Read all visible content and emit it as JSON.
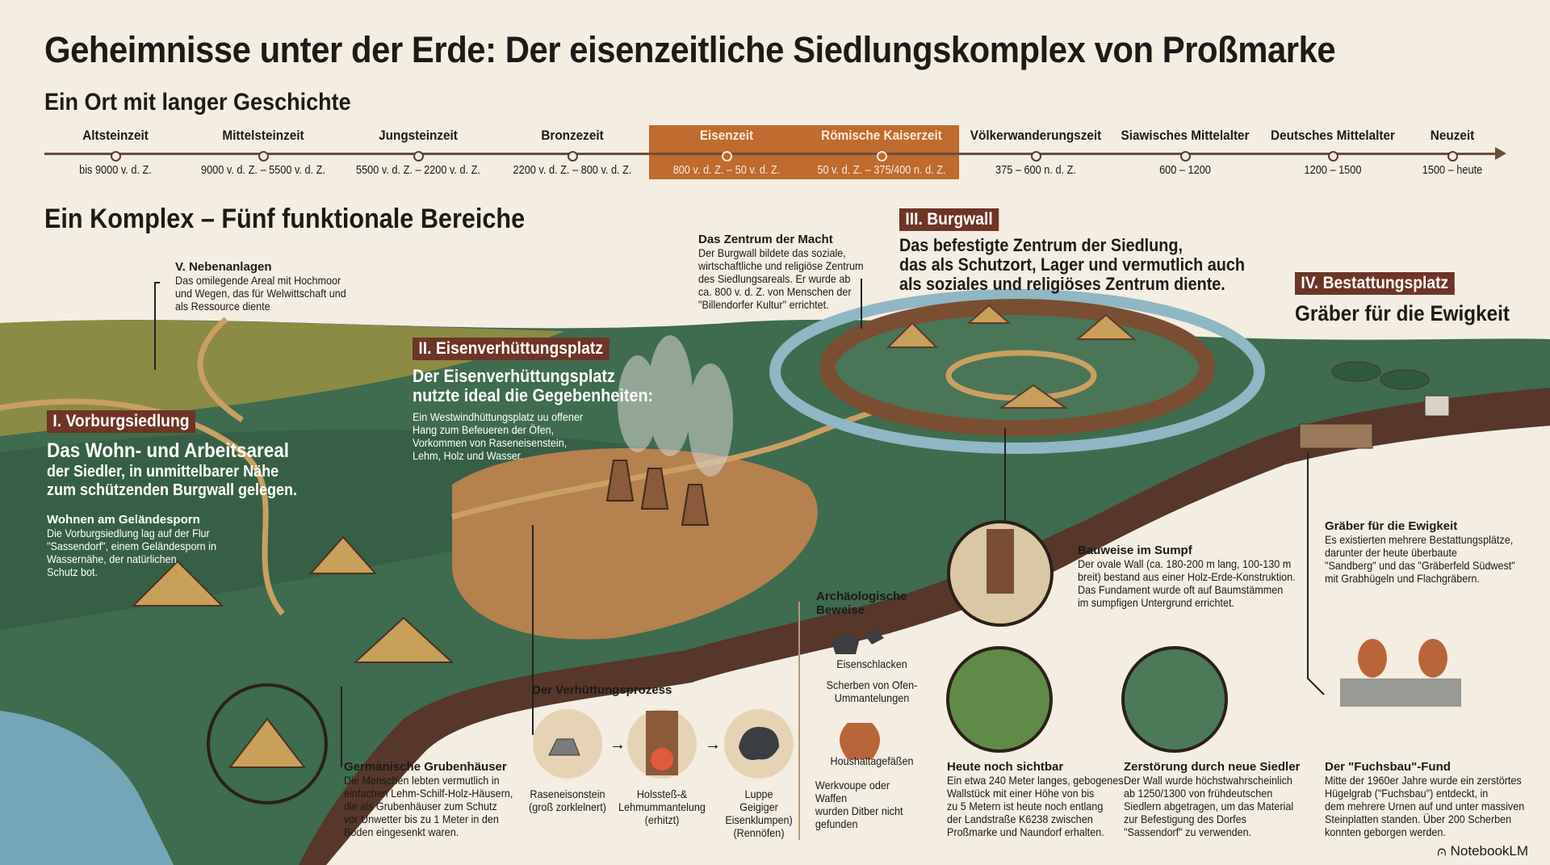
{
  "title": "Geheimnisse unter der Erde: Der eisenzeitliche Siedlungskomplex von Proßmarke",
  "history_heading": "Ein Ort mit langer Geschichte",
  "timeline": [
    {
      "name": "Altsteinzeit",
      "dates": "bis 9000 v. d. Z."
    },
    {
      "name": "Mittelsteinzeit",
      "dates": "9000 v. d. Z. – 5500 v. d. Z."
    },
    {
      "name": "Jungsteinzeit",
      "dates": "5500 v. d. Z. – 2200 v. d. Z."
    },
    {
      "name": "Bronzezeit",
      "dates": "2200 v. d. Z. – 800 v. d. Z."
    },
    {
      "name": "Eisenzeit",
      "dates": "800 v. d. Z. – 50 v. d. Z.",
      "highlight": true
    },
    {
      "name": "Römische Kaiserzeit",
      "dates": "50 v. d. Z. – 375/400 n. d. Z.",
      "highlight": true
    },
    {
      "name": "Völkerwanderungszeit",
      "dates": "375 – 600 n. d. Z."
    },
    {
      "name": "Siawisches Mittelalter",
      "dates": "600 – 1200"
    },
    {
      "name": "Deutsches Mittelalter",
      "dates": "1200 – 1500"
    },
    {
      "name": "Neuzeit",
      "dates": "1500 – heute"
    }
  ],
  "colors": {
    "highlight": "#bf6a2e",
    "tag": "#6e3426",
    "green": "#3f6b4e",
    "ground": "#5a3a2a",
    "background": "#f3ede2"
  },
  "complex_heading": "Ein Komplex – Fünf funktionale Bereiche",
  "areas": {
    "neben": {
      "title": "V. Nebenanlagen",
      "text": "Das omilegende Areal mit Hochmoor\nund Wegen, das für Welwittschaft und\nals Ressource diente"
    },
    "vorburg": {
      "tag": "I. Vorburgsiedlung",
      "headline1": "Das Wohn- und Arbeitsareal",
      "headline2": "der Siedler, in unmittelbarer Nähe\nzum schützenden Burgwall gelegen.",
      "sub_title": "Wohnen am Geländesporn",
      "sub_text": "Die Vorburgsiedlung lag auf der Flur\n\"Sassendorf\", einem Geländesporn in\nWassernähe, der natürlichen\nSchutz bot."
    },
    "eisen": {
      "tag": "II. Eisenverhüttungsplatz",
      "headline": "Der Eisenverhüttungsplatz\nnutzte ideal die Gegebenheiten:",
      "text": "Ein Westwindhüttungsplatz uu offener\nHang zum Befeueren der Öfen,\nVorkommen von Raseneisenstein,\nLehm, Holz und Wasser."
    },
    "macht": {
      "title": "Das Zentrum der Macht",
      "text": "Der Burgwall bildete das soziale,\nwirtschaftliche und religiöse Zentrum\ndes Siedlungsareals. Er wurde ab\nca. 800 v. d. Z. von Menschen der\n\"Billendorfer Kultur\" errichtet."
    },
    "burgwall": {
      "tag": "III. Burgwall",
      "headline": "Das befestigte Zentrum der Siedlung,\ndas als Schutzort, Lager und vermutlich auch\nals soziales und religiöses Zentrum diente."
    },
    "bestattung": {
      "tag": "IV. Bestattungsplatz",
      "headline": "Gräber für die Ewigkeit"
    }
  },
  "details": {
    "sumpf": {
      "title": "Bauweise im Sumpf",
      "text": "Der ovale Wall (ca. 180-200 m lang, 100-130 m\nbreit) bestand aus einer Holz-Erde-Konstruktion.\nDas Fundament wurde oft auf Baumstämmen\nim sumpfigen Untergrund errichtet."
    },
    "graeber": {
      "title": "Gräber für die Ewigkeit",
      "text": "Es existierten mehrere Bestattungsplätze,\ndarunter der heute überbaute\n\"Sandberg\" und das \"Gräberfeld Südwest\"\nmit Grabhügeln und Flachgräbern."
    },
    "grubenhaus": {
      "title": "Germanische Grubenhäuser",
      "text": "Die Menschen lebten vermutlich in\neinfachen Lehm-Schilf-Holz-Häusern,\ndie als Grubenhäuser zum Schutz\nvor Unwetter bis zu 1 Meter in den\nBoden eingesenkt waren."
    },
    "prozess": {
      "title": "Der Verhüttungsprozess",
      "steps": [
        "Raseneisonstein\n(groß zorklelnert)",
        "Holssteß-&\nLehmummantelung\n(erhitzt)",
        "Luppe\nGeigiger\nEisenklumpen)\n(Rennöfen)"
      ]
    },
    "beweise": {
      "title": "Archäologische\nBeweise",
      "items": [
        "Eisenschlacken",
        "Scherben von Ofen-\nUmmantelungen",
        "Houshaltagefäßen"
      ],
      "note": "Werkvoupe oder Waffen\nwurden Ditber nicht\ngefunden"
    },
    "sichtbar": {
      "title": "Heute noch sichtbar",
      "text": "Ein etwa 240 Meter langes, gebogenes\nWallstück mit einer Höhe von bis\nzu 5 Metern ist heute noch entlang\nder Landstraße K6238 zwischen\nProßmarke und Naundorf erhalten."
    },
    "zerstoerung": {
      "title": "Zerstörung durch neue Siedler",
      "text": "Der Wall wurde höchstwahrscheinlich\nab 1250/1300 von frühdeutschen\nSiedlern abgetragen, um das Material\nzur Befestigung des Dorfes\n\"Sassendorf\" zu verwenden."
    },
    "fuchsbau": {
      "title": "Der \"Fuchsbau\"-Fund",
      "text": "Mitte der 1960er Jahre wurde ein zerstörtes\nHügelgrab (\"Fuchsbau\") entdeckt, in\ndem mehrere Urnen auf und unter massiven\nSteinplatten standen. Über 200 Scherben\nkonnten geborgen werden."
    }
  },
  "brand": "NotebookLM"
}
